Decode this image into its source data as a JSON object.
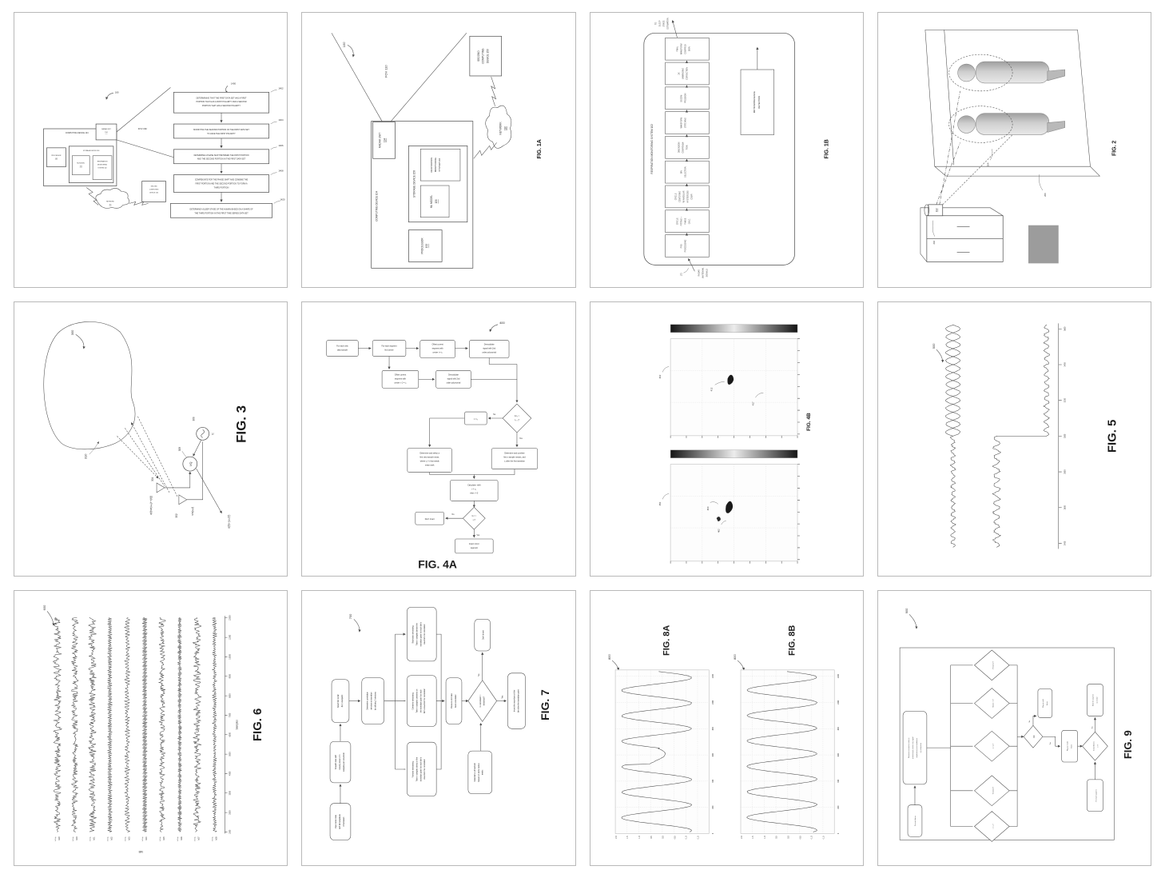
{
  "p1": {
    "ref": "180",
    "fov": "FOV 182",
    "flow_ref": "1400",
    "computing": "COMPUTING DEVICE 104",
    "radar": [
      "RADAR UNIT",
      "194"
    ],
    "processor": [
      "PROCESSOR",
      "152"
    ],
    "storage": "STORAGE DEVICE 158",
    "ml": [
      "ML MODEL",
      "106"
    ],
    "resp": [
      "RESPIRATION",
      "MONITORING",
      "SYSTEM 102"
    ],
    "second": [
      "SECOND",
      "COMPUTING",
      "DEVICE 150"
    ],
    "network": [
      "NETWORK",
      "116"
    ],
    "steps": [
      {
        "n": "1402",
        "l": [
          "DETERMINING THAT THE FIRST DATA SET HAS A FIRST",
          "PORTION THAT HAS A FIRST POLARITY AND A SECOND",
          "PORTION THAT HAS A SECOND POLARITY"
        ]
      },
      {
        "n": "1404",
        "l": [
          "MODIFYING THE SECOND PORTION OF THE FIRST DATA SET",
          "TO HAVE THE FIRST POLARITY"
        ]
      },
      {
        "n": "1406",
        "l": [
          "DETERMINE A PHASE SHIFT BETWEEN THE FIRST PORTION",
          "AND THE SECOND PORTION IN THE FIRST DATA SET"
        ]
      },
      {
        "n": "1408",
        "l": [
          "COMPENSATE FOR THE PHASE SHIFT AND COMBINE THE",
          "FIRST PORTION AND THE SECOND PORTION TO FORM A",
          "THIRD PORTION"
        ]
      },
      {
        "n": "1420",
        "l": [
          "DETERMINE A SLEEP STAGE OF THE HUMAN BASED ON A SHAPE OF",
          "THE THIRD PORTION IN THE FIRST TIME SERIES DATA SET"
        ]
      }
    ]
  },
  "p2": {
    "fig": "FIG. 1A",
    "ref": "100",
    "fov": "FOV 110",
    "computing": "COMPUTING DEVICE 104",
    "radar": [
      "RADAR UNIT",
      "194"
    ],
    "processor": [
      "PROCESSOR",
      "152"
    ],
    "storage": "STORAGE DEVICE 158",
    "ml": [
      "ML MODEL",
      "106"
    ],
    "resp": [
      "RESPIRATION",
      "MONITORING",
      "SYSTEM 102"
    ],
    "second": [
      "SECOND",
      "COMPUTING",
      "DEVICE 150"
    ],
    "network": [
      "NETWORK",
      "116"
    ]
  },
  "p3": {
    "fig": "FIG. 1B",
    "title": "RESPIRATION MONITORING SYSTEM 102",
    "in_ref": "172",
    "in": [
      "RADAR",
      "(ANTENNA)",
      "SIGNALS"
    ],
    "out": [
      "TO",
      "SLEEP",
      "STAGE",
      "ESTIMATION"
    ],
    "stages": [
      [
        "PRE-",
        "PROCESSING"
      ],
      [
        "CIRCLE",
        "FITTING +",
        "PHASE",
        "CALC."
      ],
      [
        "CIRCLE",
        "CENTERING",
        "W/ ANGULAR",
        "HYSTERESIS",
        "COMP."
      ],
      [
        "BIN",
        "SELECTION"
      ],
      [
        "DIMENSION",
        "COMPENSA-",
        "TION"
      ],
      [
        "WAVEFORM",
        "STITCHING"
      ],
      [
        "DECOM-",
        "PRESSION"
      ],
      [
        "2X",
        "UNWINDING",
        "CORRECTION"
      ],
      [
        "FINAL",
        "WAVEFORM",
        "COMPRES-",
        "SION"
      ]
    ],
    "motion": [
      "MOTION/PRESENCE",
      "DETECTION"
    ]
  },
  "p4": {
    "fig": "FIG. 2",
    "r202": "202",
    "r204": "204",
    "r206": "206",
    "device": "102"
  },
  "p5": {
    "fig": "FIG. 3",
    "ref": "300",
    "r310": "310",
    "r302": "302",
    "r304": "304",
    "r306": "306",
    "r308": "308",
    "fc": "fc",
    "mixer": "I/Q",
    "tx_expr": "sin(ω₀t)",
    "rx_expr": "a(t)sin(ω₀(t−τ(t)))",
    "out_expr": "a(t)e−jω₀τ(t)"
  },
  "p6": {
    "fig": "FIG. 4A",
    "ref": "400",
    "yes": "Yes",
    "no": "No",
    "a": [
      "For each new",
      "data sample"
    ],
    "b": [
      "For each segment",
      "find center"
    ],
    "c": [
      "Offset current",
      "segment with",
      "center t = t₀"
    ],
    "d": [
      "Demodulate",
      "signal with 2nd",
      "order polynomial"
    ],
    "e": [
      "Offset current",
      "segment with",
      "center t−1 = t₀"
    ],
    "f": [
      "Demodulate",
      "signal with 2nd",
      "order polynomial"
    ],
    "d1": [
      "Is t₀ >",
      "t₀,₋₁?"
    ],
    "t": "t = t₀",
    "g": [
      "Determine and combine",
      "first n sample means, and",
      "t₀ after the first transition"
    ],
    "h": [
      "Determine and select a",
      "first new sample mean,",
      "where t₀ = t that needs",
      "mean work"
    ],
    "i": [
      "Calculate r shift",
      "r = r₀,",
      "else r = 0"
    ],
    "d2": [
      "Is r >",
      "r₀?"
    ],
    "dont": "Don't invert",
    "ins": [
      "Insert mirror",
      "segment"
    ]
  },
  "p7": {
    "fig": "FIG. 4B",
    "p1_ref": "402",
    "p1_ann": [
      "412",
      "417"
    ],
    "p2_ref": "450",
    "p2_ann": [
      "460",
      "462"
    ]
  },
  "p8": {
    "fig": "FIG. 5",
    "ref": "500",
    "ticks": [
      "2400",
      "2600",
      "2800",
      "3000",
      "3200",
      "3400",
      "3600"
    ]
  },
  "p9": {
    "fig": "FIG. 6",
    "ref": "600",
    "xlabel": "Samples",
    "ylabel": "BIN",
    "sub": "InOnly",
    "bins": [
      "b29",
      "b30",
      "b31",
      "b32",
      "b33",
      "b34",
      "b35",
      "b36",
      "b37",
      "b38"
    ],
    "xticks": [
      "1000",
      "2000",
      "3000",
      "4000",
      "5000",
      "6000",
      "7000",
      "8000",
      "9000",
      "10000",
      "11000",
      "12000"
    ]
  },
  "p10": {
    "fig": "FIG. 7",
    "ref": "700",
    "yes": "Yes",
    "no": "No",
    "input": [
      "Input radar data",
      "with bin/amplitude",
      "information"
    ],
    "smooth": [
      "Smooth data with",
      "moving mean of n",
      "samples per waveform"
    ],
    "attach": [
      "Attach bin to bin",
      "(b,n) viewpoint"
    ],
    "win": [
      "Determine correlation",
      "windows at transition",
      "by utilizing 3 windows"
    ],
    "back": [
      "Backward windowing:",
      "Take n samples before the",
      "transition point for each bin's",
      "waveform for correlation"
    ],
    "cent": [
      "Centered windowing:",
      "Take n samples centered on",
      "the transition point for each",
      "bin's waveform for correlation"
    ],
    "fwd": [
      "Forward windowing:",
      "Take n samples ahead of the",
      "transition point for each bin's",
      "waveform for correlation"
    ],
    "meas": [
      "Measure and take",
      "best correlation"
    ],
    "thr": [
      "Determine a threshold",
      "based on circle radius",
      "metric"
    ],
    "dia": [
      "Is correlation >",
      "threshold?"
    ],
    "dont": "Don't invert",
    "inv": [
      "Invert the waveform of the",
      "bin after the transition point"
    ]
  },
  "p11": {
    "fig_a": "FIG. 8A",
    "fig_b": "FIG. 8B",
    "ref": "800",
    "yticks": [
      "2.0",
      "1.5",
      "1.0",
      "0.5",
      "0.0",
      "−0.5",
      "−1.0",
      "−1.5"
    ],
    "xticks": [
      "0",
      "200",
      "400",
      "600",
      "800",
      "1000",
      "1200"
    ]
  },
  "p12": {
    "fig": "FIG. 9",
    "ref": "900",
    "start": "For each frame",
    "big": [
      "Determine across the index (i):",
      "presence p(i), motion m(i), signal",
      "amplitude a(i) and confidence",
      "c(i) of each bin"
    ],
    "dmds": [
      "Presence?",
      "Motion > n?",
      "a > a₀?",
      "Transition?",
      "c < c₀?"
    ],
    "or": "OR",
    "yes": "Yes",
    "no": "No",
    "valid": [
      "Flag as valid",
      "frame"
    ],
    "invalid": [
      "Flag as invalid",
      "frame"
    ],
    "thr": [
      "Invalid frames",
      "> n?"
    ],
    "mark": [
      "Mark the segment",
      "as invalid"
    ],
    "seg": "For each segment"
  },
  "chart_data": [
    {
      "figure": "FIG. 5",
      "type": "line",
      "xticks": [
        2400,
        2600,
        2800,
        3000,
        3200,
        3400,
        3600
      ],
      "note": "two respiration traces; lower trace steps down at x≈3000; upper trace braided on right half"
    },
    {
      "figure": "FIG. 6",
      "type": "line",
      "categories": [
        "b29",
        "b30",
        "b31",
        "b32",
        "b33",
        "b34",
        "b35",
        "b36",
        "b37",
        "b38"
      ],
      "xlabel": "Samples",
      "xlim": [
        0,
        12000
      ],
      "ylabel": "BIN",
      "note": "ten noisy per-bin waveforms"
    },
    {
      "figure": "FIG. 8A",
      "type": "line",
      "xlim": [
        0,
        1250
      ],
      "ylim": [
        -1.5,
        2.0
      ],
      "xticks": [
        0,
        200,
        400,
        600,
        800,
        1000,
        1200
      ],
      "yticks": [
        2.0,
        1.5,
        1.0,
        0.5,
        0.0,
        -0.5,
        -1.0,
        -1.5
      ],
      "note": "~6-cycle sinusoid with artifact near 550-620"
    },
    {
      "figure": "FIG. 8B",
      "type": "line",
      "xlim": [
        0,
        1250
      ],
      "ylim": [
        -1.5,
        2.0
      ],
      "xticks": [
        0,
        200,
        400,
        600,
        800,
        1000,
        1200
      ],
      "yticks": [
        2.0,
        1.5,
        1.0,
        0.5,
        0.0,
        -0.5,
        -1.0,
        -1.5
      ],
      "note": "corrected ~6-cycle sinusoid"
    }
  ]
}
